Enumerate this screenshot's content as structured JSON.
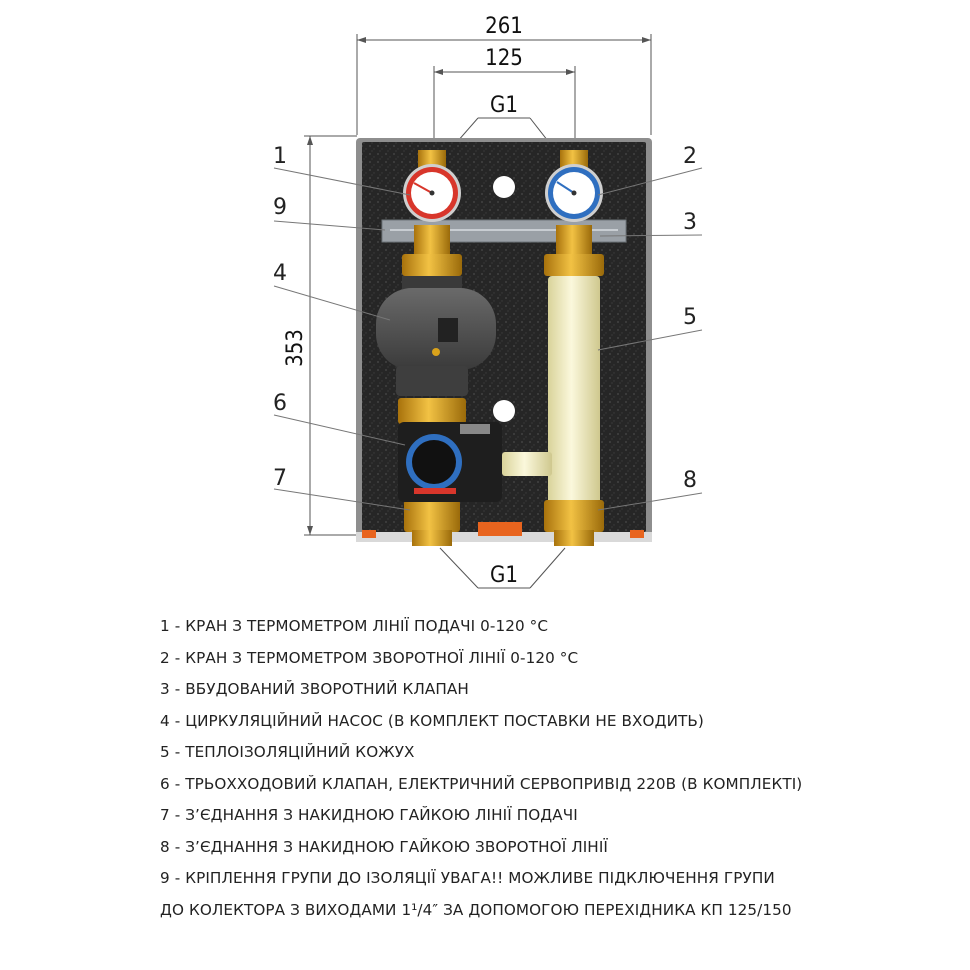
{
  "dimensions": {
    "width_total": "261",
    "width_connections": "125",
    "height": "353",
    "thread_top": "G1",
    "thread_bottom": "G1"
  },
  "callouts": [
    "1",
    "2",
    "3",
    "4",
    "5",
    "6",
    "7",
    "8",
    "9"
  ],
  "legend": [
    "1 - КРАН З ТЕРМОМЕТРОМ ЛІНІЇ ПОДАЧІ 0-120 °С",
    "2 - КРАН З ТЕРМОМЕТРОМ ЗВОРОТНОЇ ЛІНІЇ 0-120 °С",
    "3 - ВБУДОВАНИЙ ЗВОРОТНИЙ КЛАПАН",
    "4 - ЦИРКУЛЯЦІЙНИЙ НАСОС (В КОМПЛЕКТ ПОСТАВКИ НЕ ВХОДИТЬ)",
    "5 - ТЕПЛОІЗОЛЯЦІЙНИЙ КОЖУХ",
    "6 - ТРЬОХХОДОВИЙ КЛАПАН, ЕЛЕКТРИЧНИЙ СЕРВОПРИВІД 220В (В КОМПЛЕКТІ)",
    "7 - З’ЄДНАННЯ З НАКИДНОЮ ГАЙКОЮ ЛІНІЇ ПОДАЧІ",
    "8 - З’ЄДНАННЯ З НАКИДНОЮ ГАЙКОЮ ЗВОРОТНОЇ ЛІНІЇ",
    "9 - КРІПЛЕННЯ ГРУПИ ДО ІЗОЛЯЦІЇ УВАГА!! МОЖЛИВЕ ПІДКЛЮЧЕННЯ ГРУПИ",
    "ДО КОЛЕКТОРА З ВИХОДАМИ 1¹/4″ ЗА ДОПОМОГОЮ ПЕРЕХІДНИКА КП 125/150"
  ],
  "colors": {
    "insulation": "#2b2b2b",
    "brass": "#d9a21b",
    "pipe": "#f3efc3",
    "gauge_supply": "#d8362b",
    "gauge_return": "#2f6fc0",
    "accent_orange": "#e8641e"
  }
}
